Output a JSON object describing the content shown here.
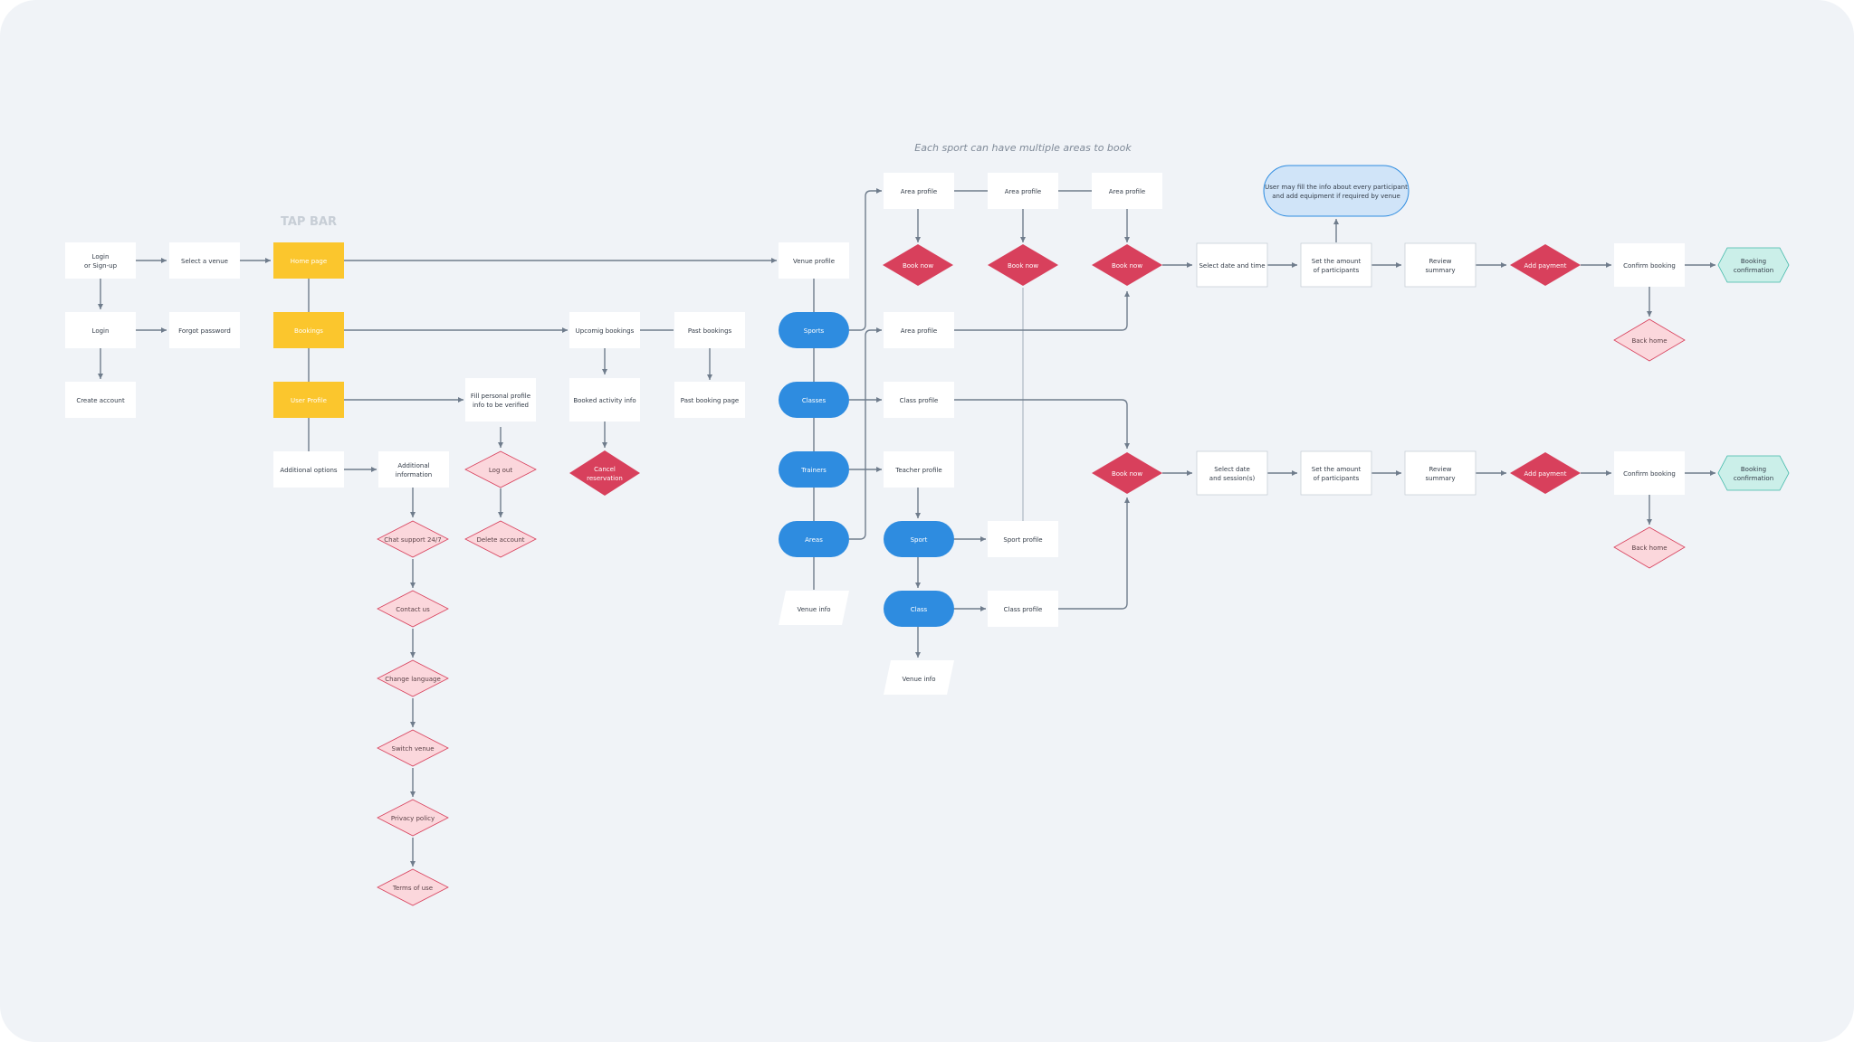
{
  "annotations": {
    "areas_note": "Each sport can have multiple areas to book",
    "tap_bar": "TAP BAR"
  },
  "nodes": {
    "login_signup": [
      "Login",
      "or Sign-up"
    ],
    "select_venue": "Select a venue",
    "login": "Login",
    "forgot_password": "Forgot password",
    "create_account": "Create account",
    "home_page": "Home page",
    "bookings": "Bookings",
    "user_profile": "User Profile",
    "additional_options": "Additional options",
    "additional_information": [
      "Additional",
      "information"
    ],
    "fill_profile": [
      "Fill personal profile",
      "info to be verified"
    ],
    "log_out": "Log out",
    "delete_account": "Delete account",
    "chat_support": "Chat support 24/7",
    "contact_us": "Contact us",
    "change_language": "Change language",
    "switch_venue": "Switch venue",
    "privacy_policy": "Privacy policy",
    "terms_of_use": "Terms of use",
    "upcoming_bookings": "Upcomig bookings",
    "past_bookings": "Past bookings",
    "booked_activity_info": "Booked activity info",
    "past_booking_page": "Past booking page",
    "cancel_reservation": [
      "Cancel",
      "reservation"
    ],
    "venue_profile": "Venue profile",
    "sports": "Sports",
    "classes": "Classes",
    "trainers": "Trainers",
    "areas": "Areas",
    "venue_info_1": "Venue info",
    "area_profile": "Area profile",
    "book_now": "Book now",
    "class_profile": "Class profile",
    "teacher_profile": "Teacher profile",
    "sport": "Sport",
    "class": "Class",
    "sport_profile": "Sport profile",
    "venue_info_2": "Venue info",
    "select_date_time": "Select date and time",
    "select_date_sessions": [
      "Select date",
      "and session(s)"
    ],
    "participants_note": [
      "User may fill the info about every participant",
      "and add equipment if required by venue"
    ],
    "set_participants": [
      "Set the amount",
      "of participants"
    ],
    "review_summary": [
      "Review",
      "summary"
    ],
    "add_payment": "Add payment",
    "confirm_booking": "Confirm booking",
    "booking_confirmation": [
      "Booking",
      "confirmation"
    ],
    "back_home": "Back home"
  },
  "colors": {
    "background": "#f0f3f7",
    "box": "#ffffff",
    "tap_bar": "#fbc62d",
    "pill": "#2e8ce0",
    "decision": "#d8405c",
    "option": "#fbd7dc",
    "note": "#d0e4f8",
    "terminal": "#cbefe9",
    "connector": "#6f7c8c"
  }
}
